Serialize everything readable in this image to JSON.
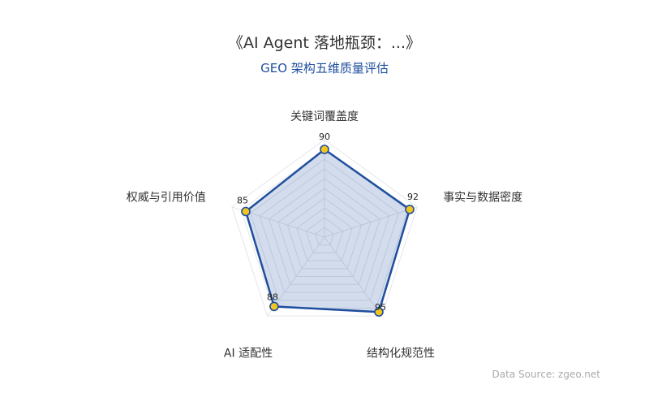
{
  "chart_data": {
    "type": "radar",
    "title": "《AI Agent 落地瓶颈：...》",
    "subtitle": "GEO 架构五维质量评估",
    "source": "Data Source: zgeo.net",
    "indicators": [
      "关键词覆盖度",
      "事实与数据密度",
      "结构化规范性",
      "AI 适配性",
      "权威与引用价值"
    ],
    "values": [
      90,
      92,
      95,
      88,
      85
    ],
    "value_labels": [
      "90",
      "92",
      "95",
      "88",
      "85"
    ],
    "max": 100,
    "split_number": 10,
    "colors": {
      "line": "#1f4e9e",
      "area": "rgba(31,78,158,0.2)",
      "point": "#f2c61f",
      "subtitle": "#1f4e9e",
      "grid": "#e4e6ea"
    }
  }
}
